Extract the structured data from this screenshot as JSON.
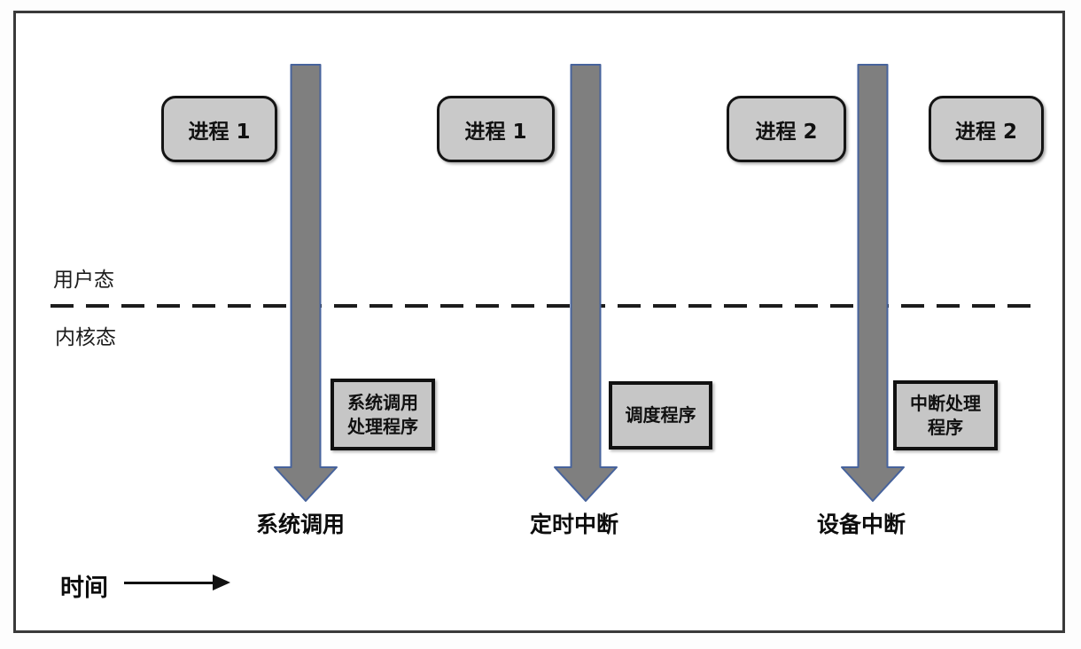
{
  "diagram": {
    "title_semantics": "process-mode-transition-diagram",
    "process_boxes": [
      {
        "label": "进程 1"
      },
      {
        "label": "进程 1"
      },
      {
        "label": "进程 2"
      },
      {
        "label": "进程 2"
      }
    ],
    "mode_labels": {
      "user": "用户态",
      "kernel": "内核态"
    },
    "handler_boxes": [
      {
        "line1": "系统调用",
        "line2": "处理程序"
      },
      {
        "line1": "调度程序",
        "line2": ""
      },
      {
        "line1": "中断处理",
        "line2": "程序"
      }
    ],
    "arrow_captions": [
      "系统调用",
      "定时中断",
      "设备中断"
    ],
    "time_axis": {
      "label": "时间"
    },
    "icons": [
      "down-arrow-icon",
      "down-arrow-icon",
      "down-arrow-icon",
      "right-arrow-icon"
    ],
    "colors": {
      "background": "#ffffff",
      "frame_border": "#3a3a3a",
      "box_fill": "#c9c9c9",
      "handler_box_fill": "#c6c6c6",
      "box_border": "#141414",
      "arrow_fill": "#7f7f7f",
      "arrow_stroke": "#47639c",
      "dashed_line": "#1c1c1c",
      "text": "#111111"
    }
  }
}
